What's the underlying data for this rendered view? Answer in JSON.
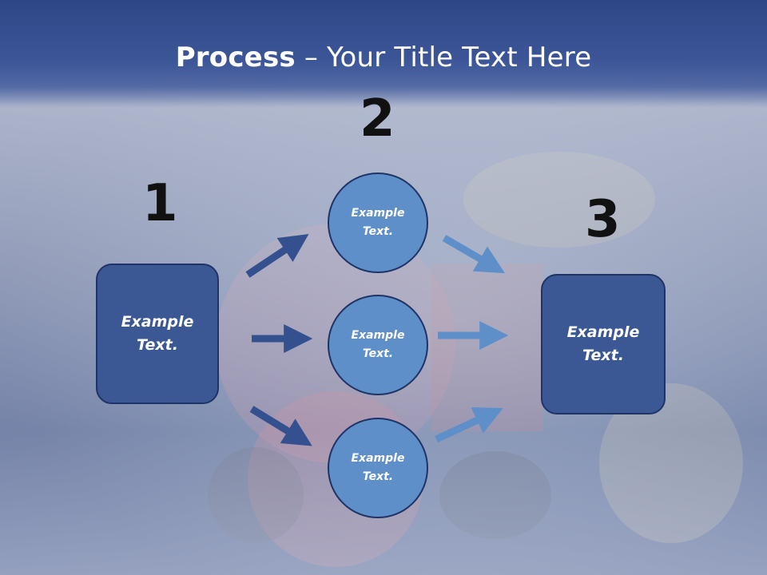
{
  "slide": {
    "title_bold": "Process",
    "title_rest": " – Your Title Text Here"
  },
  "steps": [
    {
      "number": "1",
      "items": [
        "Example\nText."
      ]
    },
    {
      "number": "2",
      "items": [
        "Example\nText.",
        "Example\nText.",
        "Example\nText."
      ]
    },
    {
      "number": "3",
      "items": [
        "Example\nText."
      ]
    }
  ],
  "colors": {
    "header": "#2d4786",
    "box_fill": "#3b5894",
    "circle_fill": "#5e8fc8",
    "arrow_dark": "#34508e",
    "arrow_light": "#5e8fc8",
    "number_text": "#111111"
  }
}
